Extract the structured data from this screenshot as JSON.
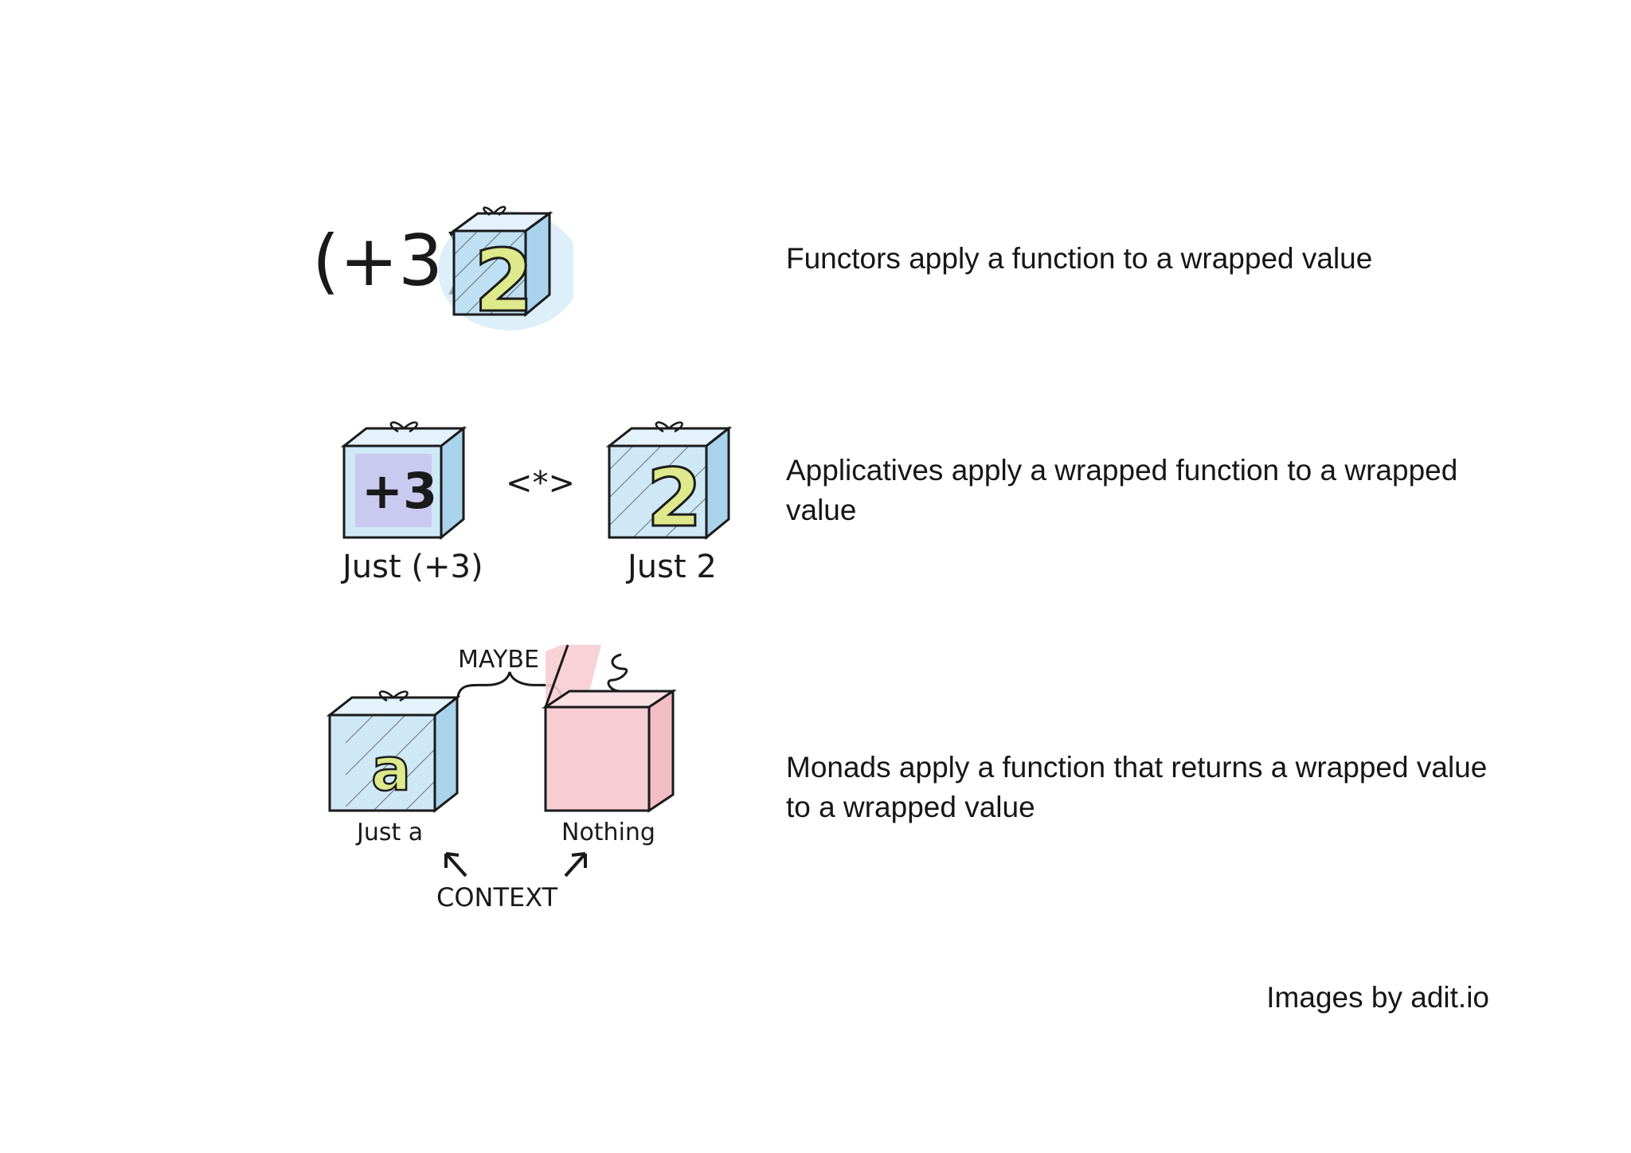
{
  "rows": [
    {
      "id": "functor",
      "illustration": {
        "operator": "(+3)",
        "box_value": "2"
      },
      "caption": "Functors apply a function to a wrapped value"
    },
    {
      "id": "applicative",
      "illustration": {
        "left_box_value": "+3",
        "operator": "<*>",
        "right_box_value": "2",
        "left_label": "Just (+3)",
        "right_label": "Just 2"
      },
      "caption": "Applicatives apply a wrapped function to a wrapped value"
    },
    {
      "id": "monad",
      "illustration": {
        "brace_label": "MAYBE",
        "left_box_value": "a",
        "left_label": "Just a",
        "right_label": "Nothing",
        "context_label": "CONTEXT"
      },
      "caption": "Monads apply a function that returns a wrapped value to a wrapped value"
    }
  ],
  "credit": "Images by adit.io",
  "colors": {
    "box_blue": "#cfe8f6",
    "box_blue_dark": "#a9d3ec",
    "number_yellow": "#dde98a",
    "function_purple": "#c9c3ee",
    "nothing_pink": "#f7cdd3",
    "ink": "#1a1a1a"
  }
}
